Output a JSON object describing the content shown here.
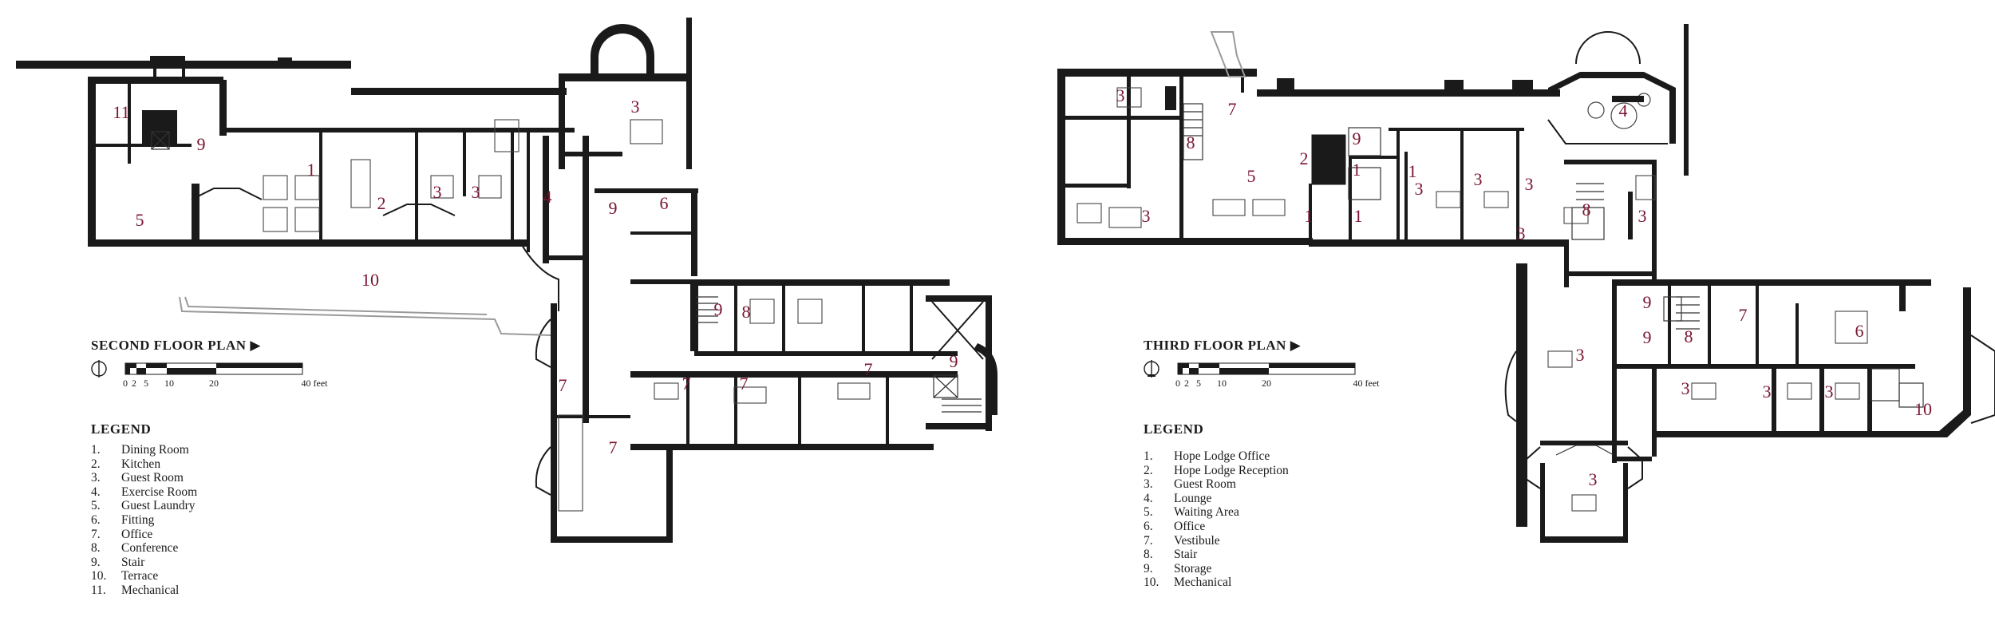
{
  "plans": [
    {
      "id": "second",
      "title": "SECOND FLOOR PLAN",
      "scale": {
        "ticks": [
          "0",
          "2",
          "5",
          "10",
          "20",
          "40 feet"
        ]
      },
      "legend_title": "LEGEND",
      "legend": [
        {
          "num": "1.",
          "label": "Dining Room"
        },
        {
          "num": "2.",
          "label": "Kitchen"
        },
        {
          "num": "3.",
          "label": "Guest Room"
        },
        {
          "num": "4.",
          "label": "Exercise Room"
        },
        {
          "num": "5.",
          "label": "Guest Laundry"
        },
        {
          "num": "6.",
          "label": "Fitting"
        },
        {
          "num": "7.",
          "label": "Office"
        },
        {
          "num": "8.",
          "label": "Conference"
        },
        {
          "num": "9.",
          "label": "Stair"
        },
        {
          "num": "10.",
          "label": "Terrace"
        },
        {
          "num": "11.",
          "label": "Mechanical"
        }
      ],
      "room_labels": [
        "11",
        "9",
        "1",
        "2",
        "3",
        "3",
        "3",
        "4",
        "5",
        "10",
        "9",
        "6",
        "9",
        "8",
        "7",
        "7",
        "7",
        "7",
        "7",
        "9"
      ]
    },
    {
      "id": "third",
      "title": "THIRD FLOOR PLAN",
      "scale": {
        "ticks": [
          "0",
          "2",
          "5",
          "10",
          "20",
          "40 feet"
        ]
      },
      "legend_title": "LEGEND",
      "legend": [
        {
          "num": "1.",
          "label": "Hope Lodge Office"
        },
        {
          "num": "2.",
          "label": "Hope Lodge Reception"
        },
        {
          "num": "3.",
          "label": "Guest Room"
        },
        {
          "num": "4.",
          "label": "Lounge"
        },
        {
          "num": "5.",
          "label": "Waiting Area"
        },
        {
          "num": "6.",
          "label": "Office"
        },
        {
          "num": "7.",
          "label": "Vestibule"
        },
        {
          "num": "8.",
          "label": "Stair"
        },
        {
          "num": "9.",
          "label": "Storage"
        },
        {
          "num": "10.",
          "label": "Mechanical"
        }
      ],
      "room_labels": [
        "3",
        "7",
        "8",
        "5",
        "2",
        "9",
        "1",
        "1",
        "1",
        "1",
        "3",
        "3",
        "3",
        "3",
        "4",
        "8",
        "3",
        "3",
        "9",
        "9",
        "8",
        "7",
        "6",
        "3",
        "3",
        "3",
        "3",
        "10",
        "3"
      ]
    }
  ],
  "colors": {
    "walls": "#1a1a1a",
    "room_numbers": "#7a1530",
    "terrace_outline": "#9a9a9a"
  }
}
